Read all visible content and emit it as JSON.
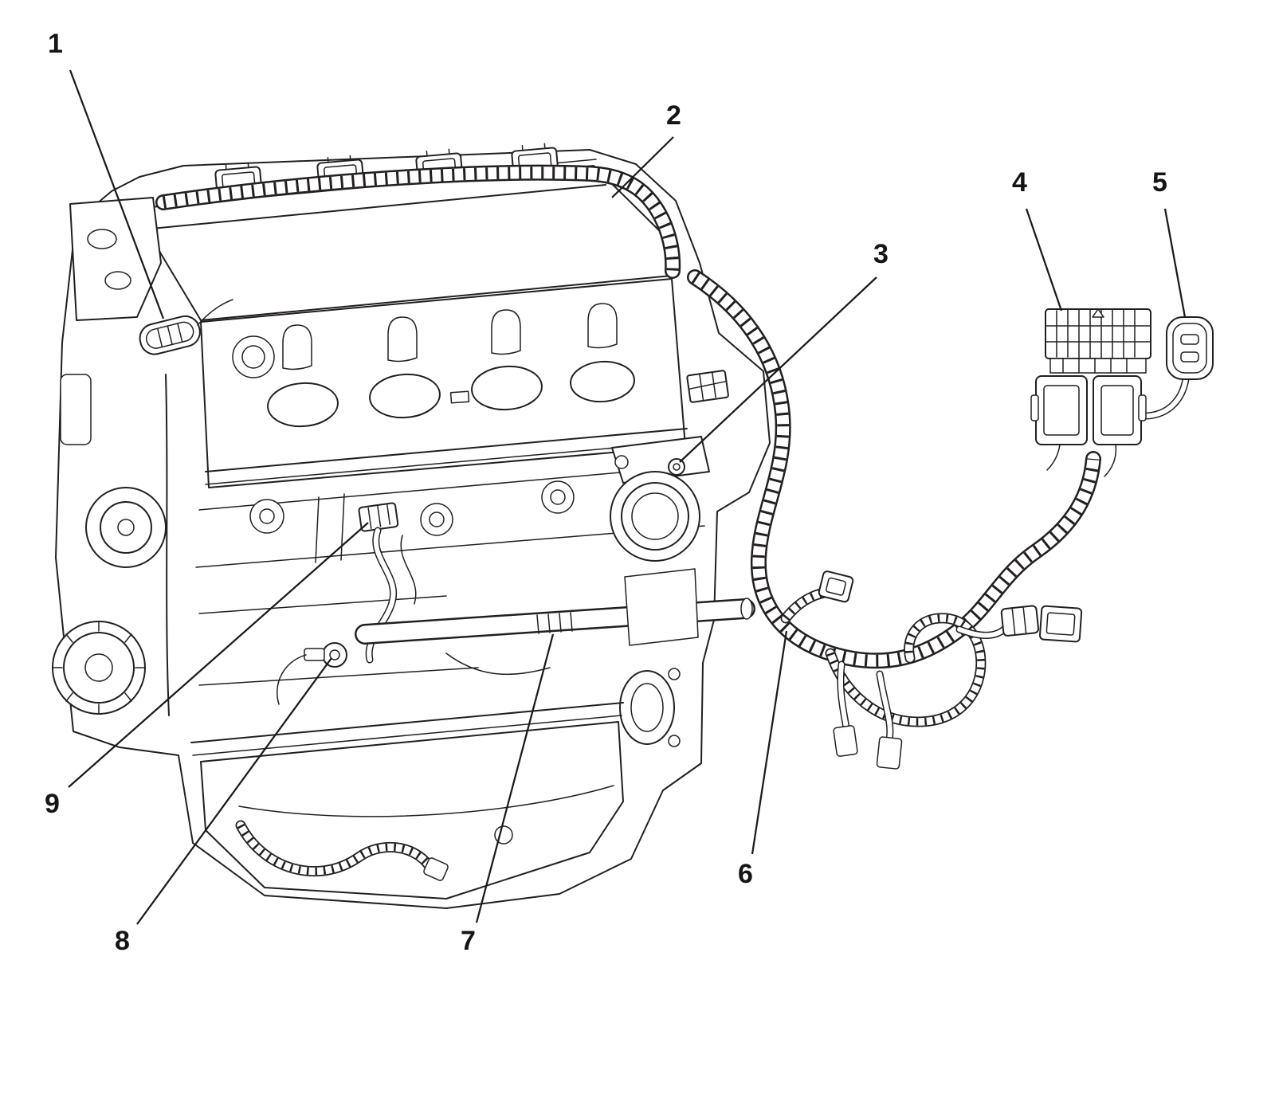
{
  "page": {
    "background": "#ffffff",
    "ink_color": "#231f20",
    "label_color": "#151515"
  },
  "diagram": {
    "callouts": [
      {
        "label": "1"
      },
      {
        "label": "2"
      },
      {
        "label": "3"
      },
      {
        "label": "4"
      },
      {
        "label": "5"
      },
      {
        "label": "6"
      },
      {
        "label": "7"
      },
      {
        "label": "8"
      },
      {
        "label": "9"
      }
    ]
  }
}
